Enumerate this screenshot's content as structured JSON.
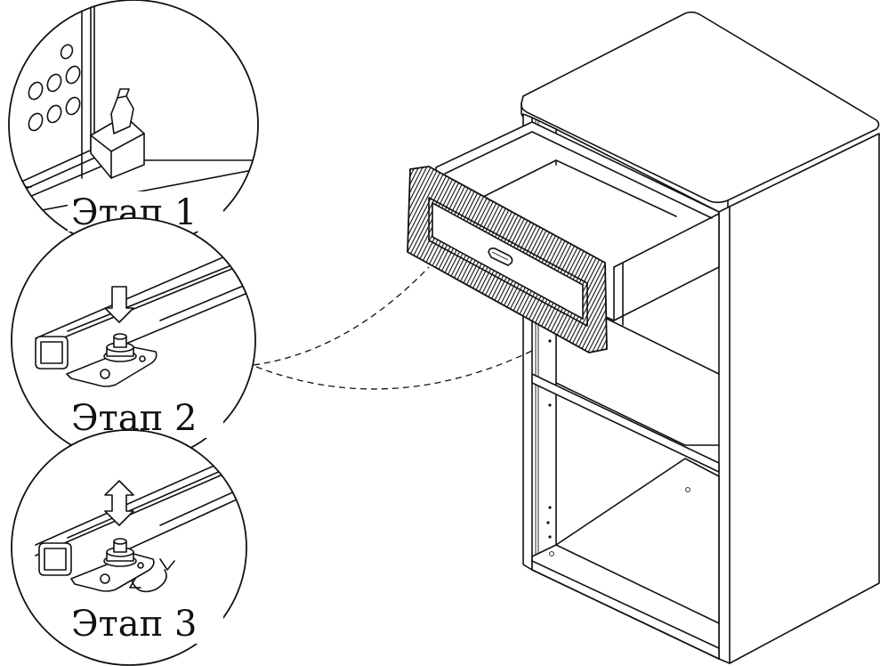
{
  "steps": [
    {
      "label": "Этап 1"
    },
    {
      "label": "Этап 2"
    },
    {
      "label": "Этап 3"
    }
  ],
  "colors": {
    "line": "#111111",
    "background": "#ffffff",
    "frame_fill": "#2a2a2a"
  },
  "icons": [
    "detail-circle",
    "arrow-down-icon",
    "arrow-up-down-icon",
    "rotate-arrow-icon"
  ]
}
